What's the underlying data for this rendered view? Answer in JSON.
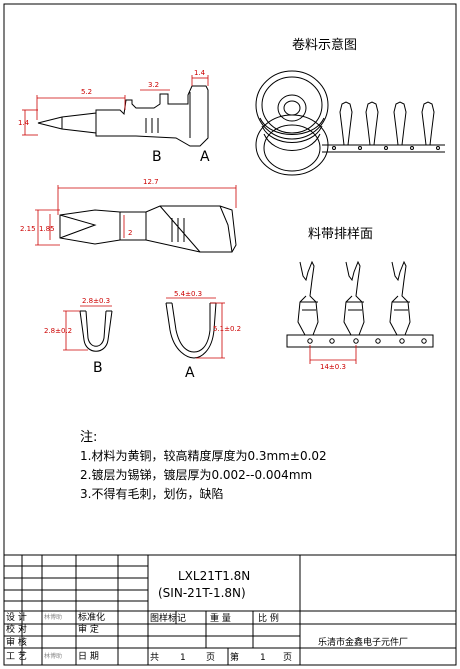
{
  "titles": {
    "reel_view": "卷料示意图",
    "strip_view": "料带排样面"
  },
  "dimensions": {
    "overall_length": "5.2",
    "mid_width": "3.2",
    "tab_width": "1.4",
    "tip_height": "1.4",
    "total_length": "12.7",
    "height_215": "2.15",
    "height_185": "1.85",
    "side_2": "2",
    "b_width": "2.8±0.3",
    "b_height": "2.8±0.2",
    "a_width": "5.4±0.3",
    "a_height": "5.1±0.2",
    "pitch": "14±0.3"
  },
  "labels": {
    "b_top": "B",
    "a_top": "A",
    "b_bottom": "B",
    "a_bottom": "A"
  },
  "notes": {
    "heading": "注:",
    "line1": "1.材料为黄铜，较高精度厚度为0.3mm±0.02",
    "line2": "2.镀层为锡锑，镀层厚为0.002--0.004mm",
    "line3": "3.不得有毛刺，划伤，缺陷"
  },
  "title_block": {
    "part_no": "LXL21T1.8N",
    "part_alt": "(SIN-21T-1.8N)",
    "design": "设  计",
    "check": "校  对",
    "review": "审  核",
    "process": "工  艺",
    "standardize": "标准化",
    "approve": "审  定",
    "date": "日  期",
    "sample_mark": "图样标记",
    "weight": "重  量",
    "scale": "比  例",
    "total_prefix": "共",
    "total_num": "1",
    "page_word": "页",
    "sheet_prefix": "第",
    "sheet_num": "1",
    "sheet_word": "页",
    "company": "乐清市金鑫电子元件厂",
    "stamp1": "林博助",
    "stamp2": "林博助"
  }
}
